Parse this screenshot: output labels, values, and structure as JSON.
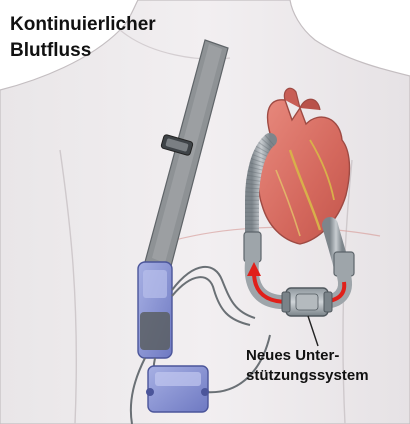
{
  "title": {
    "line1": "Kontinuierlicher",
    "line2": "Blutfluss"
  },
  "callout": {
    "line1": "Neues Unter-",
    "line2": "stützungssystem"
  },
  "colors": {
    "background": "#ffffff",
    "skin": "#ece8ea",
    "body_outline": "#bfb9bc",
    "strap": "#8e9295",
    "device": "#8a95d4",
    "heart": "#d9736a",
    "flow_arrow": "#e0201a",
    "tube": "#9ea5aa"
  }
}
